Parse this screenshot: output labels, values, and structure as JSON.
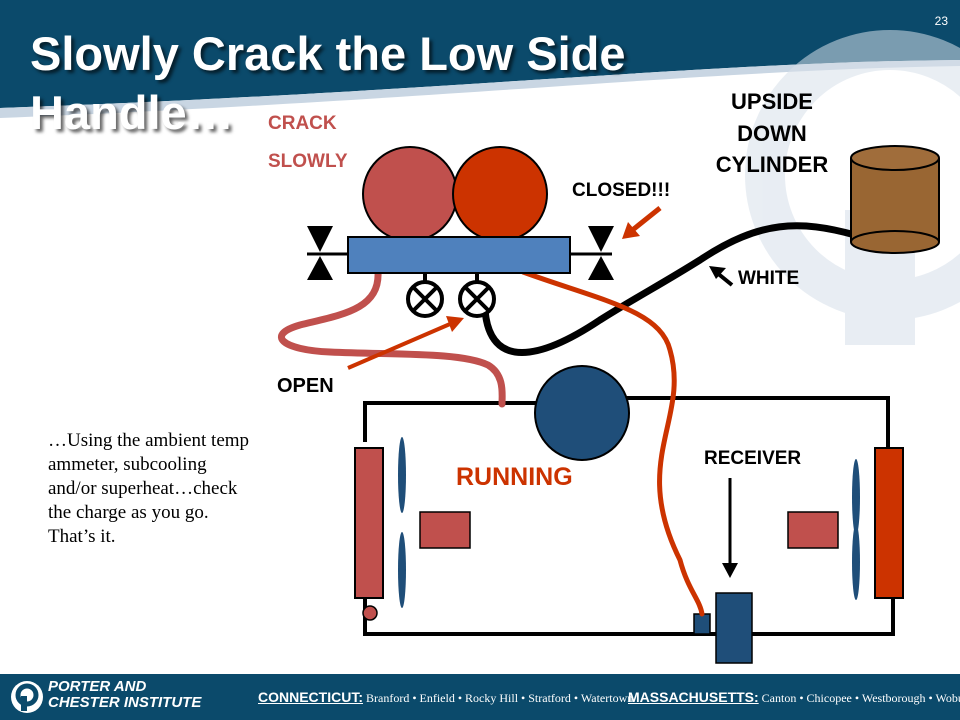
{
  "slide": {
    "title": "Slowly Crack the Low Side Handle…",
    "page_number": "23",
    "colors": {
      "header_blue": "#0b4a6b",
      "red": "#c0504d",
      "orange_red": "#cc3300",
      "blue": "#4f81bd",
      "navy": "#1f4e79",
      "brown": "#996633"
    }
  },
  "diagram": {
    "crack_slowly": [
      "CRACK",
      "SLOWLY"
    ],
    "closed": "CLOSED!!!",
    "upside_down_cylinder": [
      "UPSIDE",
      "DOWN",
      "CYLINDER"
    ],
    "white": "WHITE",
    "open": "OPEN",
    "running": "RUNNING",
    "receiver": "RECEIVER"
  },
  "note": [
    "…Using the ambient temp",
    "ammeter, subcooling",
    "and/or superheat…check",
    "the charge as you go.",
    "That’s it."
  ],
  "footer": {
    "brand": [
      "PORTER AND",
      "CHESTER INSTITUTE"
    ],
    "ct_label": "CONNECTICUT:",
    "ct_towns": "Branford • Enfield • Rocky Hill • Stratford • Watertown",
    "ma_label": "MASSACHUSETTS:",
    "ma_towns": "Canton • Chicopee • Westborough • Woburn"
  }
}
